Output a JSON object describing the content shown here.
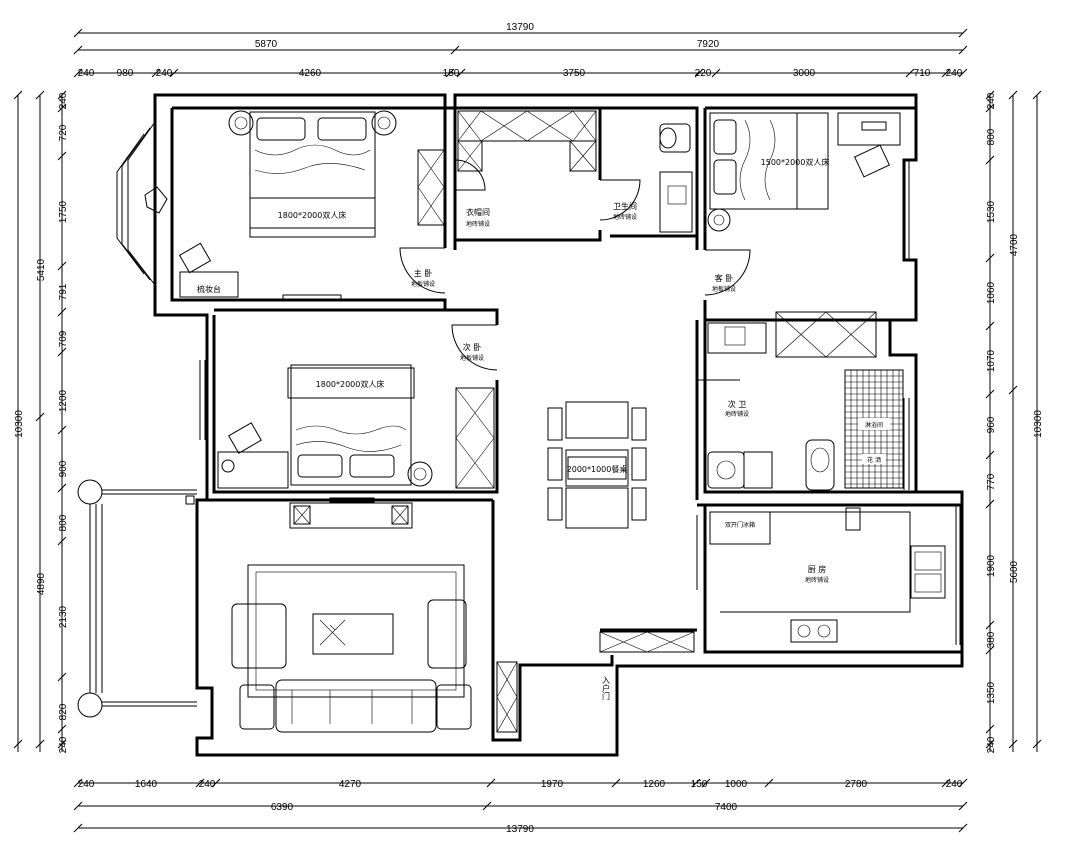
{
  "dims": {
    "top_total": "13790",
    "top_mid": [
      "5870",
      "7920"
    ],
    "top_fine": [
      "240",
      "980",
      "240",
      "4260",
      "150",
      "3750",
      "220",
      "3000",
      "710",
      "240"
    ],
    "bottom_total": "13790",
    "bottom_mid": [
      "6390",
      "7400"
    ],
    "bottom_fine": [
      "240",
      "1640",
      "240",
      "4270",
      "1970",
      "1260",
      "150",
      "1000",
      "2780",
      "240"
    ],
    "left_total": "10300",
    "left_mid": [
      "5410",
      "4890"
    ],
    "left_fine": [
      "240",
      "720",
      "1750",
      "791",
      "709",
      "1200",
      "900",
      "800",
      "2130",
      "820",
      "240"
    ],
    "right_total": "10300",
    "right_mid": [
      "4700",
      "5600"
    ],
    "right_fine": [
      "240",
      "800",
      "1530",
      "1060",
      "1070",
      "960",
      "770",
      "1900",
      "380",
      "1350",
      "240"
    ]
  },
  "rooms": {
    "master_bedroom": {
      "name": "主 卧",
      "floor": "地板铺设"
    },
    "wardrobe": {
      "name": "衣帽间",
      "floor": "地砖铺设"
    },
    "bathroom": {
      "name": "卫生间",
      "floor": "地砖铺设"
    },
    "guest_bedroom": {
      "name": "客 卧",
      "floor": "地板铺设"
    },
    "second_bedroom": {
      "name": "次 卧",
      "floor": "地板铺设"
    },
    "second_bath": {
      "name": "次 卫",
      "floor": "地砖铺设"
    },
    "shower": {
      "name": "淋浴间",
      "floor": "花 洒"
    },
    "kitchen": {
      "name": "厨 房",
      "floor": "地砖铺设"
    },
    "entrance": {
      "name": "入户门"
    }
  },
  "furniture": {
    "master_bed": "1800*2000双人床",
    "guest_bed": "1500*2000双人床",
    "second_bed": "1800*2000双人床",
    "dining_table": "2000*1000餐桌",
    "dresser": "梳妆台",
    "fridge": "双开门冰箱"
  }
}
